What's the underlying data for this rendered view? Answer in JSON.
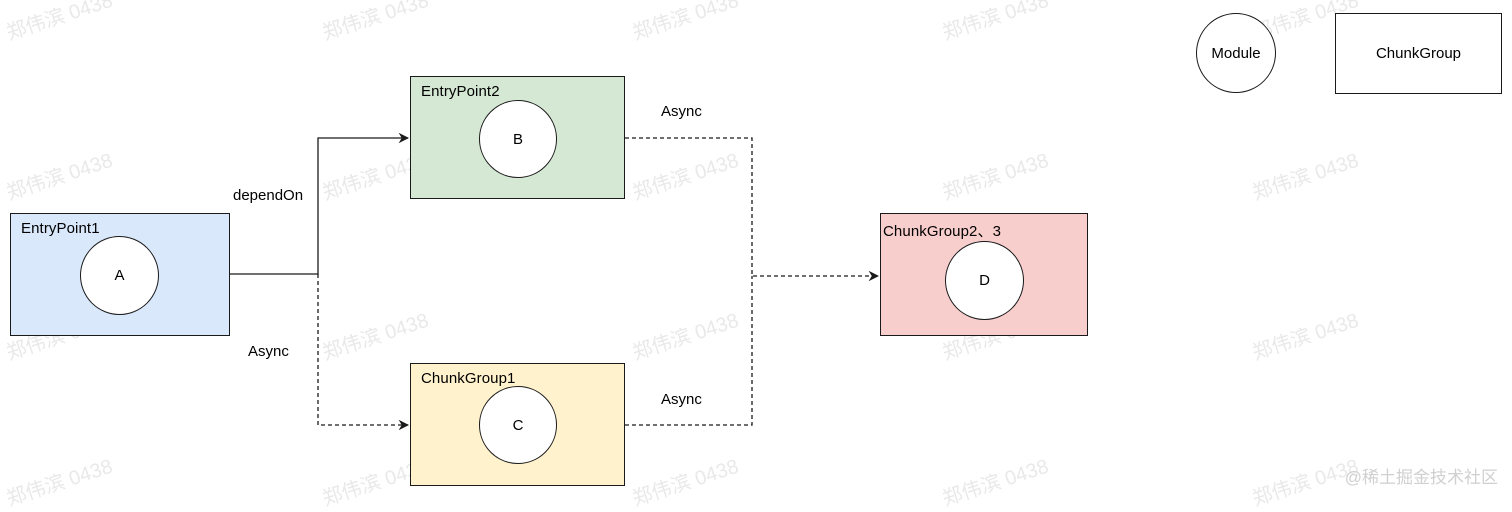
{
  "watermark": "郑伟滨 0438",
  "footer": "@稀土掘金技术社区",
  "legend": {
    "module_label": "Module",
    "chunkgroup_label": "ChunkGroup"
  },
  "groups": {
    "entry1": {
      "label": "EntryPoint1",
      "module": "A",
      "fill": "#dae8fc"
    },
    "entry2": {
      "label": "EntryPoint2",
      "module": "B",
      "fill": "#d5e8d4"
    },
    "chunk1": {
      "label": "ChunkGroup1",
      "module": "C",
      "fill": "#fff2cc"
    },
    "chunk23": {
      "label": "ChunkGroup2、3",
      "module": "D",
      "fill": "#f8cecc"
    }
  },
  "edges": {
    "depend_on": "dependOn",
    "async_a_c": "Async",
    "async_b_d": "Async",
    "async_c_d": "Async"
  }
}
